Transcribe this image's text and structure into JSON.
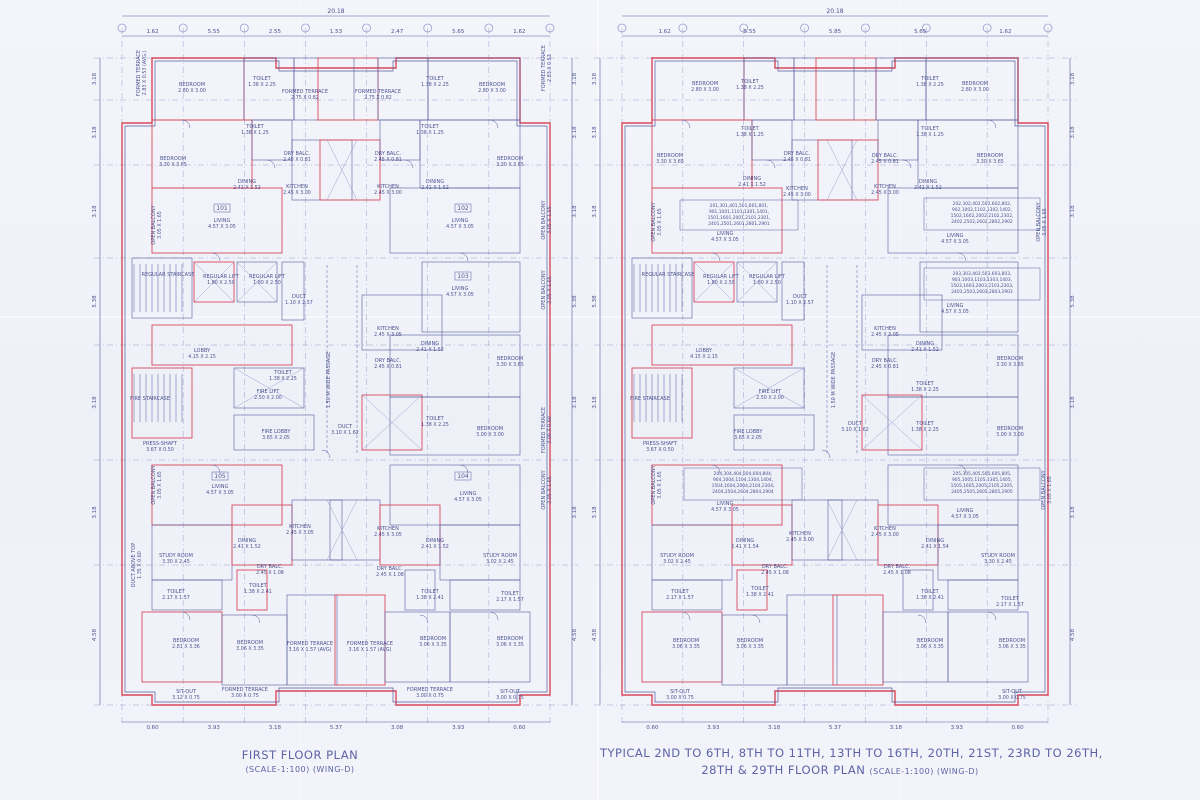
{
  "plans": [
    {
      "id": "first",
      "title": "FIRST FLOOR PLAN",
      "scale": "(SCALE-1:100) (WING-D)",
      "overall_width": "20.18",
      "top_dims": [
        "1.62",
        "5.55",
        "2.55",
        "1.53",
        "2.47",
        "5.65",
        "1.62"
      ],
      "bottom_dims": [
        "0.60",
        "3.93",
        "3.18",
        "5.37",
        "3.08",
        "3.93",
        "0.60"
      ],
      "side_dims": [
        "3.18",
        "3.18",
        "3.18",
        "5.38",
        "3.18",
        "3.18",
        "4.58"
      ],
      "flats": [
        "101",
        "102",
        "103",
        "104",
        "105"
      ],
      "rooms": [
        {
          "name": "FORMED TERRACE",
          "size": "2.83 X 0.53 (AVG.)"
        },
        {
          "name": "BEDROOM",
          "size": "2.80 X 3.00"
        },
        {
          "name": "TOILET",
          "size": "1.38 X 2.25"
        },
        {
          "name": "FORMED TERRACE",
          "size": "2.75 X 0.82"
        },
        {
          "name": "FORMED TERRACE",
          "size": "2.75 X 0.82"
        },
        {
          "name": "TOILET",
          "size": "1.38 X 2.25"
        },
        {
          "name": "BEDROOM",
          "size": "2.80 X 3.00"
        },
        {
          "name": "FORMED TERRACE",
          "size": "2.83 X 0.53"
        },
        {
          "name": "TOILET",
          "size": "1.38 X 1.25"
        },
        {
          "name": "TOILET",
          "size": "1.38 X 1.25"
        },
        {
          "name": "DRY BALC.",
          "size": "2.45 X 0.81"
        },
        {
          "name": "DRY BALC.",
          "size": "2.45 X 0.81"
        },
        {
          "name": "BEDROOM",
          "size": "3.30 X 3.65"
        },
        {
          "name": "DINING",
          "size": "2.41 X 1.52"
        },
        {
          "name": "DINING",
          "size": "2.41 X 1.52"
        },
        {
          "name": "BEDROOM",
          "size": "3.30 X 3.65"
        },
        {
          "name": "KITCHEN",
          "size": "2.45 X 3.00"
        },
        {
          "name": "KITCHEN",
          "size": "2.45 X 3.00"
        },
        {
          "name": "LIVING",
          "size": "4.57 X 3.05"
        },
        {
          "name": "LIVING",
          "size": "4.57 X 3.05"
        },
        {
          "name": "OPEN BALCONY",
          "size": "3.05 X 1.65"
        },
        {
          "name": "OPEN BALCONY",
          "size": "3.05 X 1.65"
        },
        {
          "name": "REGULAR STAIRCASE",
          "size": ""
        },
        {
          "name": "REGULAR LIFT",
          "size": "1.80 X 2.50"
        },
        {
          "name": "REGULAR LIFT",
          "size": "1.80 X 2.50"
        },
        {
          "name": "DUCT",
          "size": "1.10 X 2.57"
        },
        {
          "name": "LIVING",
          "size": "4.57 X 3.05"
        },
        {
          "name": "OPEN BALCONY",
          "size": "3.05 X 1.65"
        },
        {
          "name": "KITCHEN",
          "size": "2.45 X 3.05"
        },
        {
          "name": "LOBBY",
          "size": "4.15 X 2.15"
        },
        {
          "name": "DINING",
          "size": "2.41 X 1.52"
        },
        {
          "name": "DRY BALC.",
          "size": "2.45 X 0.81"
        },
        {
          "name": "BEDROOM",
          "size": "3.30 X 3.65"
        },
        {
          "name": "FIRE STAIRCASE",
          "size": ""
        },
        {
          "name": "FIRE LIFT",
          "size": "2.50 X 2.00"
        },
        {
          "name": "TOILET",
          "size": "1.38 X 2.25"
        },
        {
          "name": "FIRE LOBBY",
          "size": "3.65 X 2.05"
        },
        {
          "name": "DUCT",
          "size": "3.10 X 1.62"
        },
        {
          "name": "TOILET",
          "size": "1.38 X 2.25"
        },
        {
          "name": "BEDROOM",
          "size": "3.00 X 3.00"
        },
        {
          "name": "FORMED TERRACE",
          "size": "3.00 X 0.60"
        },
        {
          "name": "PRESS-SHAFT",
          "size": "3.67 X 0.50"
        },
        {
          "name": "1.50 M WIDE PASSAGE",
          "size": ""
        },
        {
          "name": "LIVING",
          "size": "4.57 X 3.05"
        },
        {
          "name": "LIVING",
          "size": "4.57 X 3.05"
        },
        {
          "name": "OPEN BALCONY",
          "size": "3.05 X 1.65"
        },
        {
          "name": "OPEN BALCONY",
          "size": "3.05 X 1.65"
        },
        {
          "name": "KITCHEN",
          "size": "2.45 X 3.05"
        },
        {
          "name": "KITCHEN",
          "size": "2.45 X 3.05"
        },
        {
          "name": "DINING",
          "size": "2.41 X 1.52"
        },
        {
          "name": "DINING",
          "size": "2.41 X 1.52"
        },
        {
          "name": "STUDY ROOM",
          "size": "3.30 X 2.45"
        },
        {
          "name": "STUDY ROOM",
          "size": "3.02 X 2.45"
        },
        {
          "name": "DRY BALC.",
          "size": "2.45 X 1.08"
        },
        {
          "name": "DRY BALC.",
          "size": "2.45 X 1.08"
        },
        {
          "name": "TOILET",
          "size": "2.17 X 1.57"
        },
        {
          "name": "TOILET",
          "size": "1.38 X 2.41"
        },
        {
          "name": "TOILET",
          "size": "1.38 X 2.41"
        },
        {
          "name": "TOILET",
          "size": "2.17 X 1.57"
        },
        {
          "name": "BEDROOM",
          "size": "2.81 X 3.36"
        },
        {
          "name": "BEDROOM",
          "size": "3.06 X 3.35"
        },
        {
          "name": "FORMED TERRACE",
          "size": "3.16 X 1.57 (AVG)"
        },
        {
          "name": "FORMED TERRACE",
          "size": "3.16 X 1.57 (AVG)"
        },
        {
          "name": "BEDROOM",
          "size": "3.06 X 3.35"
        },
        {
          "name": "BEDROOM",
          "size": "3.06 X 3.35"
        },
        {
          "name": "SIT-OUT",
          "size": "3.12 X 0.75"
        },
        {
          "name": "FORMED TERRACE",
          "size": "3.00 X 0.75"
        },
        {
          "name": "FORMED TERRACE",
          "size": "3.00 X 0.75"
        },
        {
          "name": "SIT-OUT",
          "size": "3.00 X 0.75"
        },
        {
          "name": "DUCT ABOVE TOP",
          "size": "1.35 X 0.60"
        }
      ]
    },
    {
      "id": "typical",
      "title": "TYPICAL 2ND TO 6TH, 8TH TO 11TH, 13TH TO 16TH, 20TH, 21ST, 23RD TO 26TH,",
      "title2": "28TH & 29TH FLOOR PLAN",
      "scale": "(SCALE-1:100) (WING-D)",
      "overall_width": "20.18",
      "top_dims": [
        "1.62",
        "5.55",
        "5.85",
        "5.65",
        "1.62"
      ],
      "bottom_dims": [
        "0.60",
        "3.93",
        "3.18",
        "5.37",
        "3.18",
        "3.93",
        "0.60"
      ],
      "side_dims": [
        "3.18",
        "3.18",
        "3.18",
        "5.38",
        "3.18",
        "3.18",
        "4.58"
      ],
      "flat_lists": [
        "201,301,401,501,601,801, 901,1001,1101,1301,1401, 1501,1601,2001,2101,2301, 2401,2501,2601,2801,2901",
        "202,302,402,502,602,802, 902,1002,1102,1302,1402, 1502,1602,2002,2102,2302, 2402,2502,2602,2802,2902",
        "203,303,403,503,603,803, 903,1003,1103,1303,1403, 1503,1603,2003,2103,2303, 2403,2503,2603,2803,2903",
        "205,305,405,505,605,805, 905,1005,1105,1305,1405, 1505,1605,2005,2105,2305, 2405,2505,2605,2805,2905",
        "204,304,404,504,604,804, 904,1004,1104,1304,1404, 1504,1604,2004,2104,2304, 2404,2504,2604,2804,2904"
      ],
      "rooms": [
        {
          "name": "BEDROOM",
          "size": "2.80 X 3.00"
        },
        {
          "name": "TOILET",
          "size": "1.38 X 2.25"
        },
        {
          "name": "TOILET",
          "size": "1.38 X 2.25"
        },
        {
          "name": "BEDROOM",
          "size": "2.80 X 3.00"
        },
        {
          "name": "TOILET",
          "size": "1.38 X 1.25"
        },
        {
          "name": "TOILET",
          "size": "1.38 X 1.25"
        },
        {
          "name": "BEDROOM",
          "size": "3.30 X 3.65"
        },
        {
          "name": "DRY BALC.",
          "size": "2.45 X 0.81"
        },
        {
          "name": "DRY BALC.",
          "size": "2.45 X 0.81"
        },
        {
          "name": "BEDROOM",
          "size": "3.30 X 3.65"
        },
        {
          "name": "DINING",
          "size": "2.41 X 1.52"
        },
        {
          "name": "DINING",
          "size": "2.41 X 1.52"
        },
        {
          "name": "KITCHEN",
          "size": "2.45 X 3.00"
        },
        {
          "name": "KITCHEN",
          "size": "2.45 X 3.00"
        },
        {
          "name": "LIVING",
          "size": "4.57 X 3.05"
        },
        {
          "name": "LIVING",
          "size": "4.57 X 3.05"
        },
        {
          "name": "OPEN BALCONY",
          "size": "3.05 X 1.65"
        },
        {
          "name": "OPEN BALCONY",
          "size": "3.05 X 1.65"
        },
        {
          "name": "REGULAR STAIRCASE",
          "size": ""
        },
        {
          "name": "REGULAR LIFT",
          "size": "1.80 X 2.50"
        },
        {
          "name": "REGULAR LIFT",
          "size": "1.80 X 2.50"
        },
        {
          "name": "DUCT",
          "size": "1.10 X 2.57"
        },
        {
          "name": "LIVING",
          "size": "4.57 X 3.05"
        },
        {
          "name": "KITCHEN",
          "size": "2.45 X 3.05"
        },
        {
          "name": "LOBBY",
          "size": "4.15 X 2.15"
        },
        {
          "name": "DINING",
          "size": "2.41 X 1.52"
        },
        {
          "name": "DRY BALC.",
          "size": "2.45 X 0.81"
        },
        {
          "name": "BEDROOM",
          "size": "3.30 X 3.65"
        },
        {
          "name": "FIRE STAIRCASE",
          "size": ""
        },
        {
          "name": "FIRE LIFT",
          "size": "2.50 X 2.00"
        },
        {
          "name": "TOILET",
          "size": "1.38 X 2.25"
        },
        {
          "name": "FIRE LOBBY",
          "size": "3.65 X 2.05"
        },
        {
          "name": "DUCT",
          "size": "3.10 X 1.62"
        },
        {
          "name": "TOILET",
          "size": "1.38 X 2.25"
        },
        {
          "name": "BEDROOM",
          "size": "3.00 X 3.00"
        },
        {
          "name": "PRESS-SHAFT",
          "size": "3.67 X 0.50"
        },
        {
          "name": "1.50 M WIDE PASSAGE",
          "size": ""
        },
        {
          "name": "LIVING",
          "size": "4.57 X 3.05"
        },
        {
          "name": "LIVING",
          "size": "4.57 X 3.05"
        },
        {
          "name": "OPEN BALCONY",
          "size": "3.05 X 1.65"
        },
        {
          "name": "OPEN BALCONY",
          "size": "3.05 X 1.65"
        },
        {
          "name": "KITCHEN",
          "size": "2.45 X 3.00"
        },
        {
          "name": "KITCHEN",
          "size": "2.45 X 3.00"
        },
        {
          "name": "DINING",
          "size": "2.41 X 1.54"
        },
        {
          "name": "DINING",
          "size": "2.41 X 1.54"
        },
        {
          "name": "STUDY ROOM",
          "size": "3.02 X 2.45"
        },
        {
          "name": "STUDY ROOM",
          "size": "3.30 X 2.45"
        },
        {
          "name": "DRY BALC.",
          "size": "2.45 X 1.08"
        },
        {
          "name": "DRY BALC.",
          "size": "2.45 X 1.08"
        },
        {
          "name": "TOILET",
          "size": "2.17 X 1.57"
        },
        {
          "name": "TOILET",
          "size": "1.38 X 2.41"
        },
        {
          "name": "TOILET",
          "size": "1.38 X 2.41"
        },
        {
          "name": "TOILET",
          "size": "2.17 X 1.57"
        },
        {
          "name": "BEDROOM",
          "size": "3.06 X 3.35"
        },
        {
          "name": "BEDROOM",
          "size": "3.06 X 3.35"
        },
        {
          "name": "BEDROOM",
          "size": "3.06 X 3.35"
        },
        {
          "name": "BEDROOM",
          "size": "3.06 X 3.35"
        },
        {
          "name": "SIT-OUT",
          "size": "3.00 X 0.75"
        },
        {
          "name": "SIT-OUT",
          "size": "3.00 X 0.75"
        }
      ]
    }
  ]
}
